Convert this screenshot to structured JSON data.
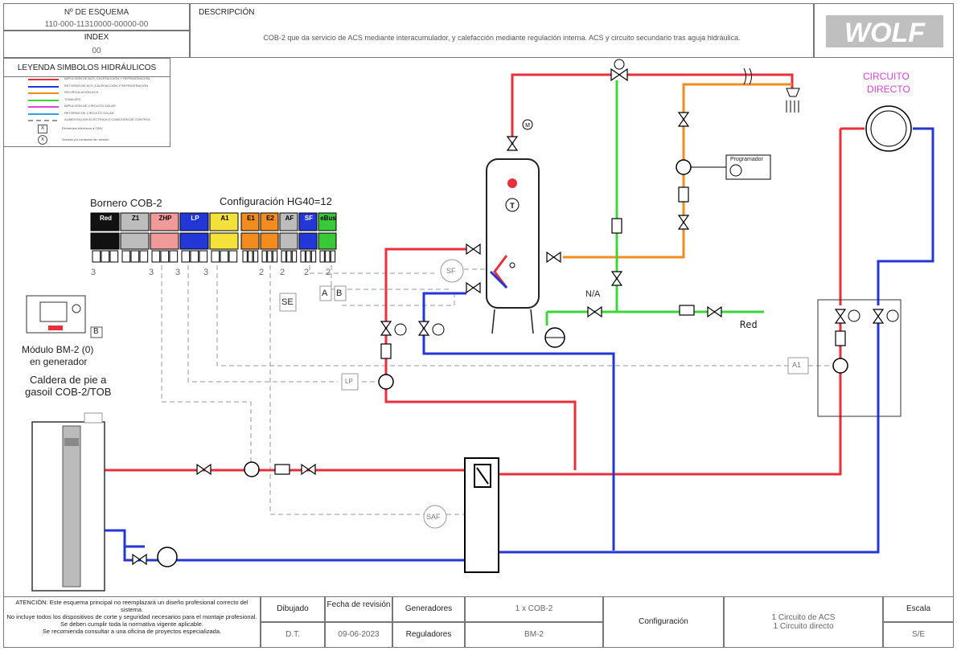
{
  "header": {
    "scheme_label": "Nº DE ESQUEMA",
    "scheme_value": "110-000-11310000-00000-00",
    "index_label": "INDEX",
    "index_value": "00",
    "description_label": "DESCRIPCIÓN",
    "description_text": "COB-2 que da servicio de ACS mediante interacumulador, y calefacción mediante regulación interna. ACS y circuito secundario tras aguja hidráulica.",
    "logo_text": "WOLF"
  },
  "legend": {
    "title": "LEYENDA SIMBOLOS HIDRÁULICOS",
    "items": [
      {
        "color": "#e8303a",
        "label": "IMPULSIÓN DE ACS, CALEFACCIÓN Y REFRIGERACIÓN"
      },
      {
        "color": "#2336d8",
        "label": "RETORNO DE ACS, CALEFACCIÓN Y REFRIGERACIÓN"
      },
      {
        "color": "#f28c1e",
        "label": "RECIRCULACIÓN ACS"
      },
      {
        "color": "#38d838",
        "label": "TOMA AFS"
      },
      {
        "color": "#e040e0",
        "label": "IMPULSIÓN DE CIRCUITO SOLAR"
      },
      {
        "color": "#3a9be8",
        "label": "RETORNO DE CIRCUITO SOLAR"
      },
      {
        "color": "#999999",
        "label": "ALIMENTACIÓN ELÉCTRICA O CONEXIÓN DE CONTROL"
      }
    ],
    "symbol_x": "X",
    "symbol_x_label": "Elementos eléctricos a 230V",
    "symbol_circle_x_label": "Sondas y/o contactos sin tensión"
  },
  "diagram": {
    "bornero_title": "Bornero COB-2",
    "config_title": "Configuración HG40=12",
    "terminal_groups": [
      {
        "label": "Red",
        "color": "#111111"
      },
      {
        "label": "Z1",
        "color": "#bdbdbd"
      },
      {
        "label": "ZHP",
        "color": "#f29a9a"
      },
      {
        "label": "LP",
        "color": "#2336d8"
      },
      {
        "label": "A1",
        "color": "#f4e23a"
      }
    ],
    "terminal_groups_2": [
      {
        "label": "E1",
        "color": "#f28c1e"
      },
      {
        "label": "E2",
        "color": "#f28c1e"
      },
      {
        "label": "AF",
        "color": "#bdbdbd"
      },
      {
        "label": "SF",
        "color": "#2336d8"
      },
      {
        "label": "eBus",
        "color": "#38c838"
      }
    ],
    "module_label_1": "Módulo BM-2 (0)",
    "module_label_2": "en generador",
    "boiler_label_1": "Caldera de pie a",
    "boiler_label_2": "gasoil COB-2/TOB",
    "direct_circuit_1": "CIRCUITO",
    "direct_circuit_2": "DIRECTO",
    "programmer_label": "Programador",
    "na_label": "N/A",
    "red_label": "Red",
    "lp_label": "LP",
    "sf_label": "SF",
    "saf_label": "SAF",
    "a1_label": "A1",
    "se_label": "SE",
    "a_label": "A",
    "b_label": "B",
    "m_label": "M",
    "t_label": "T",
    "num_3": "3",
    "num_2": "2"
  },
  "footer": {
    "notice": [
      "ATENCIÓN: Este esquema principal no reemplazará un diseño profesional correcto del sistema.",
      "No incluye todos los dispositivos de corte y seguridad necesarios para el montaje profesional.",
      "Se deben cumplir toda la normativa vigente aplicable.",
      "Se recomienda consultar a una oficina de proyectos especializada."
    ],
    "drawn_label": "Dibujado",
    "drawn_value": "D.T.",
    "date_label": "Fecha de revisión",
    "date_value": "09-06-2023",
    "generators_label": "Generadores",
    "generators_value": "1 x COB-2",
    "regulators_label": "Reguladores",
    "regulators_value": "BM-2",
    "config_label": "Configuración",
    "config_value_1": "1 Circuito de ACS",
    "config_value_2": "1 Circuito directo",
    "scale_label": "Escala",
    "scale_value": "S/E"
  }
}
